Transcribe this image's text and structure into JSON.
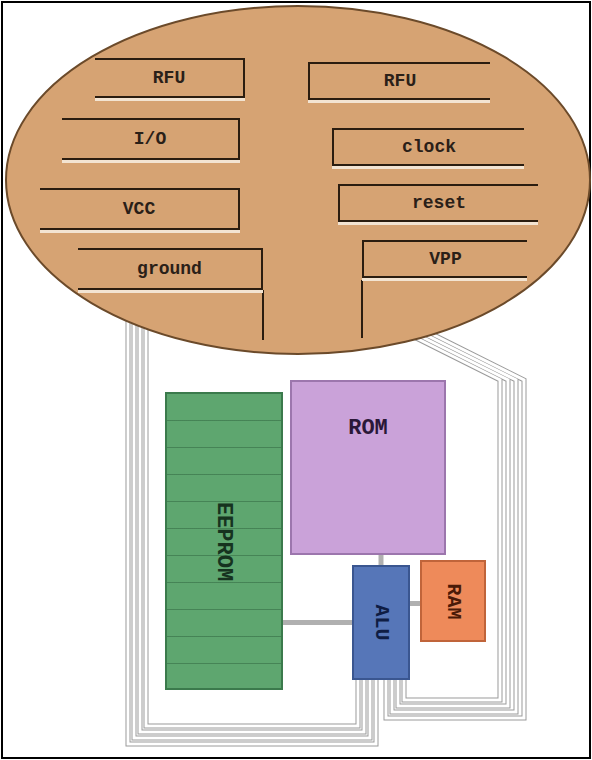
{
  "diagram": {
    "nodes": [
      {
        "text": [
          "RFU"
        ]
      },
      {
        "text": [
          "RFU"
        ]
      },
      {
        "text": [
          "I/O"
        ]
      },
      {
        "text": [
          "clock"
        ]
      },
      {
        "text": [
          "VCC"
        ]
      },
      {
        "text": [
          "reset"
        ]
      },
      {
        "text": [
          "ground"
        ]
      },
      {
        "text": [
          "VPP"
        ]
      },
      {
        "text": [
          "EEPROM"
        ]
      },
      {
        "text": [
          "ROM"
        ]
      },
      {
        "text": [
          "ALU"
        ]
      },
      {
        "text": [
          "RAM"
        ]
      }
    ],
    "edges": [
      {
        "from": 8,
        "to": 10,
        "arrow": "none"
      },
      {
        "from": 9,
        "to": 10,
        "arrow": "none"
      },
      {
        "from": 10,
        "to": 11,
        "arrow": "none"
      }
    ]
  }
}
